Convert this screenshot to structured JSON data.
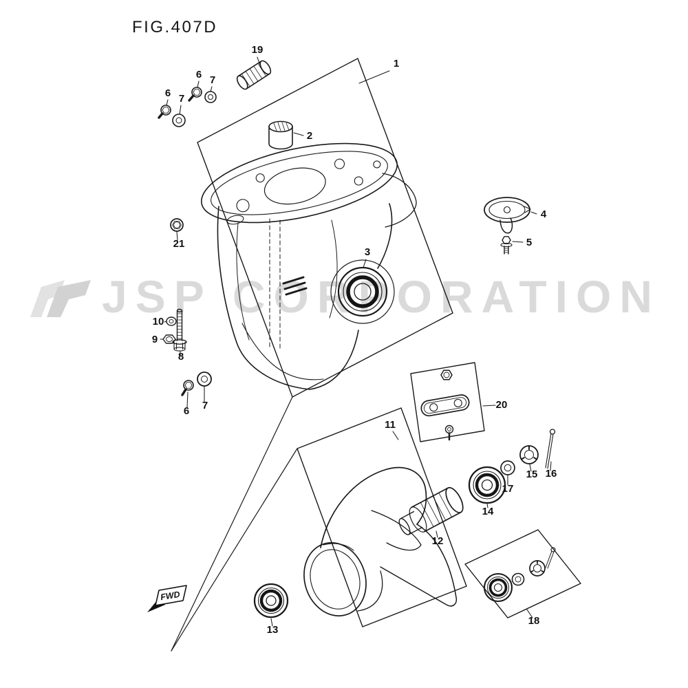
{
  "figure": {
    "title": "FIG.407D",
    "watermark_text": "JSP CORPORATION",
    "fwd_label": "FWD"
  },
  "callouts": [
    {
      "id": "19",
      "label": "19"
    },
    {
      "id": "6a",
      "label": "6"
    },
    {
      "id": "7a",
      "label": "7"
    },
    {
      "id": "6b",
      "label": "6"
    },
    {
      "id": "7b",
      "label": "7"
    },
    {
      "id": "1",
      "label": "1"
    },
    {
      "id": "2",
      "label": "2"
    },
    {
      "id": "21",
      "label": "21"
    },
    {
      "id": "4",
      "label": "4"
    },
    {
      "id": "5",
      "label": "5"
    },
    {
      "id": "3",
      "label": "3"
    },
    {
      "id": "10",
      "label": "10"
    },
    {
      "id": "9",
      "label": "9"
    },
    {
      "id": "8",
      "label": "8"
    },
    {
      "id": "6c",
      "label": "6"
    },
    {
      "id": "7c",
      "label": "7"
    },
    {
      "id": "20",
      "label": "20"
    },
    {
      "id": "11",
      "label": "11"
    },
    {
      "id": "12",
      "label": "12"
    },
    {
      "id": "14",
      "label": "14"
    },
    {
      "id": "17",
      "label": "17"
    },
    {
      "id": "15",
      "label": "15"
    },
    {
      "id": "16",
      "label": "16"
    },
    {
      "id": "18",
      "label": "18"
    },
    {
      "id": "13",
      "label": "13"
    }
  ]
}
